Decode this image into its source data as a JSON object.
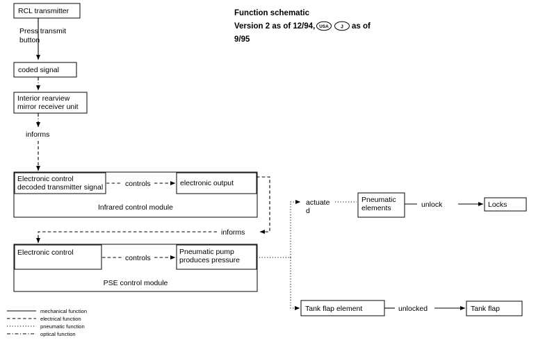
{
  "title": {
    "line1": "Function schematic",
    "line2_pre": "Version 2 as of 12/94,",
    "badge_usa": "USA",
    "badge_j": "J",
    "line2_post": "as of",
    "line3": "9/95"
  },
  "nodes": {
    "rcl_transmitter": "RCL transmitter",
    "coded_signal": "coded signal",
    "mirror_unit_line1": "Interior rearview",
    "mirror_unit_line2": "mirror receiver unit",
    "ir_ec_line1": "Electronic control",
    "ir_ec_line2": "decoded transmitter signal",
    "electronic_output": "electronic output",
    "infrared_module": "Infrared control module",
    "pse_ec": "Electronic control",
    "pneumatic_pump_line1": "Pneumatic pump",
    "pneumatic_pump_line2": "produces pressure",
    "pse_module": "PSE control module",
    "pneumatic_elements_line1": "Pneumatic",
    "pneumatic_elements_line2": "elements",
    "locks": "Locks",
    "tank_flap_element": "Tank flap element",
    "tank_flap": "Tank flap"
  },
  "edges": {
    "press_transmit_line1": "Press transmit",
    "press_transmit_line2": "button",
    "informs_top": "informs",
    "controls_ir": "controls",
    "informs_feedback": "informs",
    "controls_pse": "controls",
    "actuated_line1": "actuate",
    "actuated_line2": "d",
    "unlock": "unlock",
    "unlocked": "unlocked"
  },
  "legend": [
    {
      "style": "solid",
      "label": "mechanical function"
    },
    {
      "style": "dashed",
      "label": "electrical  function"
    },
    {
      "style": "dotted",
      "label": "pneumatic function"
    },
    {
      "style": "dashdot",
      "label": "optical function"
    }
  ],
  "colors": {
    "stroke": "#1a1a1a",
    "line": "#000000",
    "background": "#ffffff"
  }
}
